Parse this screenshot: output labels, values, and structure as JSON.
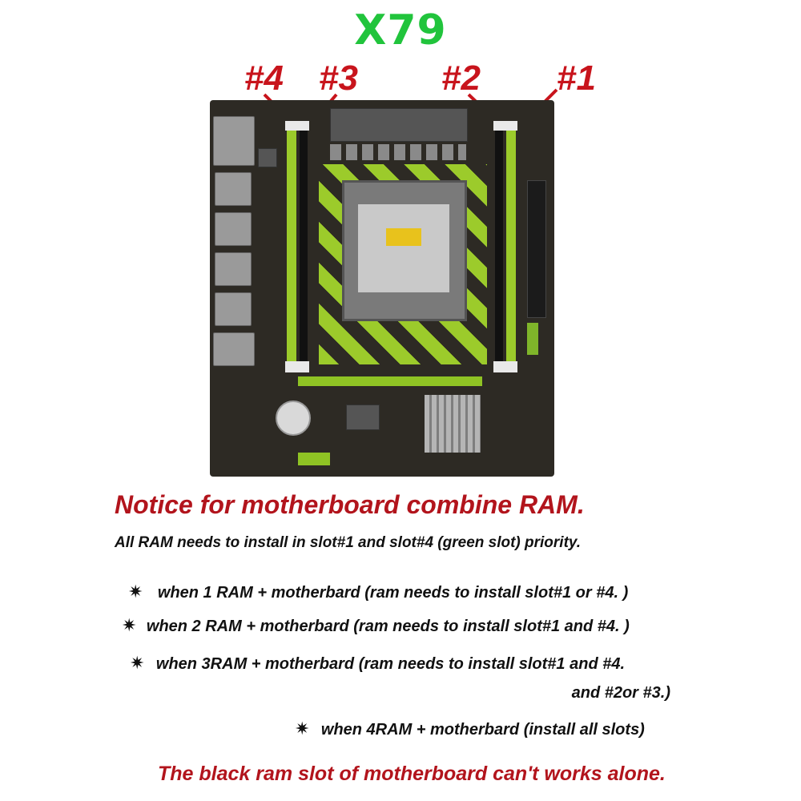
{
  "header": {
    "title": "X79",
    "title_color": "#21c43c"
  },
  "slot_labels": {
    "slot4": "#4",
    "slot3": "#3",
    "slot2": "#2",
    "slot1": "#1",
    "color": "#c8141c"
  },
  "notice": {
    "title": "Notice for motherboard combine RAM.",
    "subtitle": "All RAM needs to install in slot#1 and  slot#4 (green slot) priority.",
    "rules": [
      {
        "icon": "asterisk-icon",
        "text": "when 1 RAM + motherbard (ram needs to install  slot#1 or  #4. )"
      },
      {
        "icon": "asterisk-icon",
        "text": "when 2 RAM + motherbard (ram needs to install  slot#1 and  #4. )"
      },
      {
        "icon": "asterisk-icon",
        "text": "when 3RAM + motherbard (ram needs to install  slot#1 and  #4.",
        "continuation": "and #2or #3.)"
      },
      {
        "icon": "asterisk-icon",
        "text": "when 4RAM + motherbard (install all slots)"
      }
    ],
    "footer": "The black ram slot of motherboard can't  works  alone.",
    "accent_color": "#b2141c"
  },
  "colors": {
    "board": "#2d2a24",
    "slot_green": "#9ccb2b",
    "slot_black": "#111111"
  }
}
